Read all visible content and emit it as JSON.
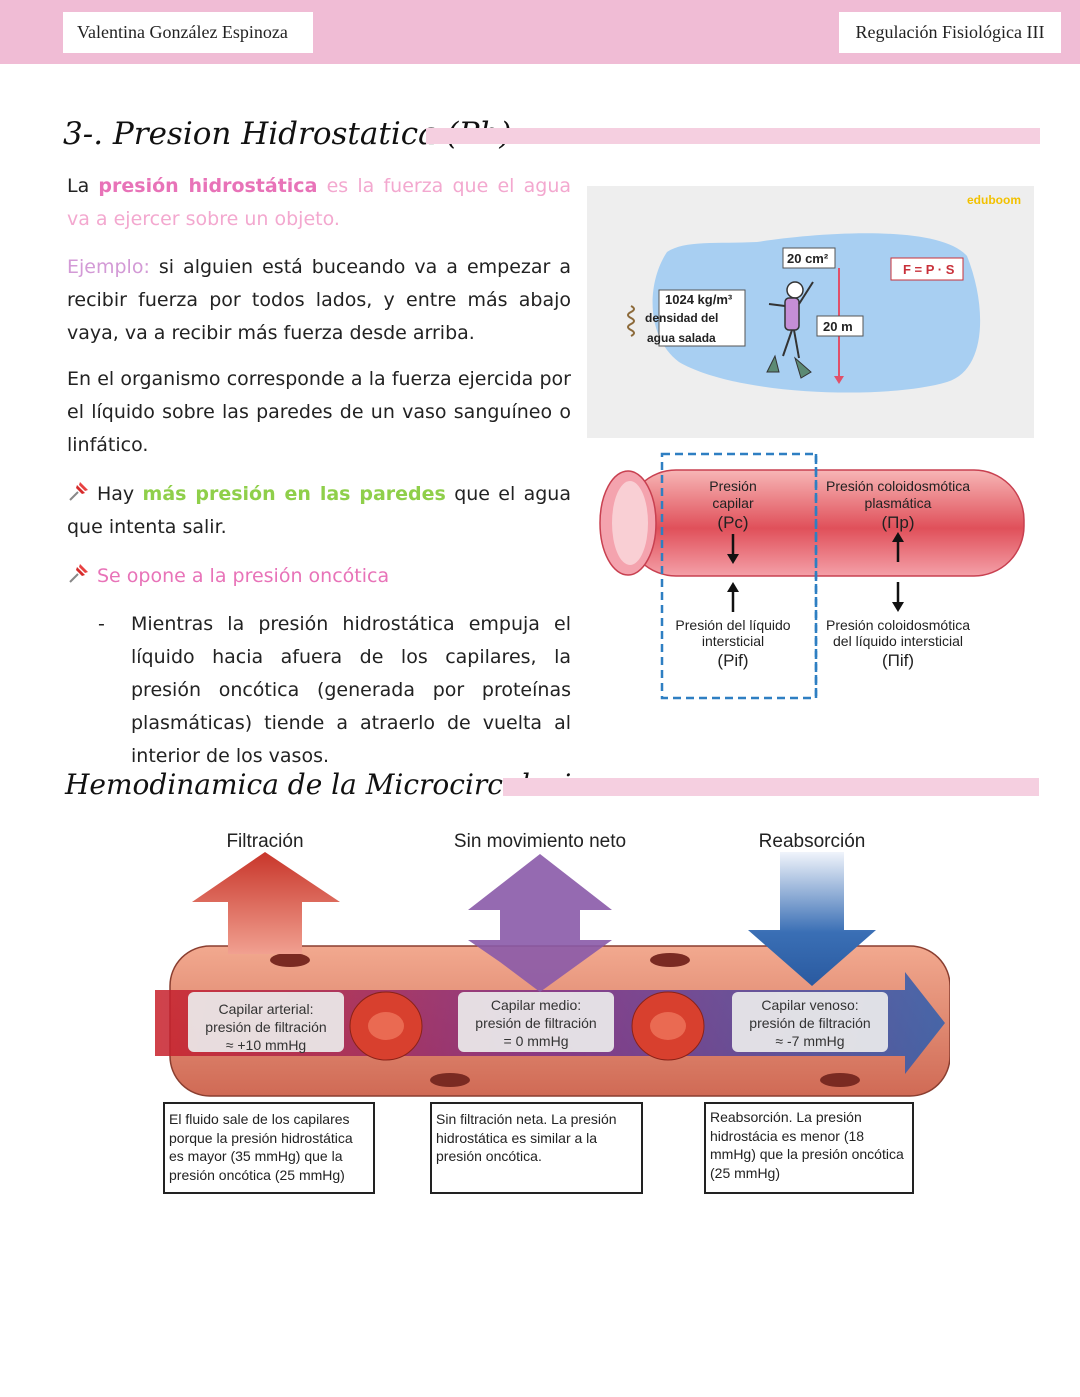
{
  "header": {
    "author": "Valentina González Espinoza",
    "course": "Regulación Fisiológica III"
  },
  "section1": {
    "title": "3-. Presion Hidrostatica (Ph)",
    "def_lead": "La ",
    "def_term": "presión hidrostática",
    "def_rest": " es la fuerza que el agua va a ejercer sobre un objeto.",
    "example_label": "Ejemplo:",
    "example_text": " si alguien está buceando va a empezar a recibir fuerza por todos lados, y entre más abajo vaya,  va a recibir más fuerza desde arriba.",
    "organism_text": "En el organismo corresponde a la fuerza ejercida por el líquido sobre las paredes de un vaso sanguíneo o linfático.",
    "note1_lead": "Hay ",
    "note1_highlight": "más presión en las paredes",
    "note1_rest": " que el agua que intenta salir.",
    "note2": "Se opone a la presión oncótica",
    "bullet_dash": "-",
    "bullet_text": "Mientras la presión hidrostática empuja el líquido hacia afuera de los capilares, la presión oncótica (generada por proteínas plasmáticas) tiende a atraerlo de vuelta al interior de los vasos."
  },
  "diver_figure": {
    "brand": "eduboom",
    "area_label": "20 cm²",
    "formula": "F = P · S",
    "density_value": "1024 kg/m³",
    "density_label_1": "densidad del",
    "density_label_2": "agua salada",
    "depth_label": "20 m"
  },
  "vessel_figure": {
    "pc_1": "Presión",
    "pc_2": "capilar",
    "pc_3": "(Pc)",
    "pip_1": "Presión coloidosmótica",
    "pip_2": "plasmática",
    "pip_3": "(Πp)",
    "pif_1": "Presión del líquido",
    "pif_2": "intersticial",
    "pif_3": "(Pif)",
    "piif_1": "Presión coloidosmótica",
    "piif_2": "del líquido intersticial",
    "piif_3": "(Πif)"
  },
  "section2": {
    "title": "Hemodinamica de la Microcirculacion"
  },
  "microcirculation_figure": {
    "headers": [
      "Filtración",
      "Sin movimiento neto",
      "Reabsorción"
    ],
    "labels": [
      {
        "l1": "Capilar arterial:",
        "l2": "presión de filtración",
        "l3": "≈ +10 mmHg"
      },
      {
        "l1": "Capilar medio:",
        "l2": "presión de filtración",
        "l3": "= 0 mmHg"
      },
      {
        "l1": "Capilar venoso:",
        "l2": "presión de filtración",
        "l3": "≈ -7 mmHg"
      }
    ],
    "captions": [
      "El fluido sale de los capilares porque la presión hidrostática es mayor (35 mmHg) que la presión oncótica (25 mmHg)",
      "Sin filtración neta. La presión hidrostática es similar a la presión oncótica.",
      "Reabsorción. La presión hidrostácia es menor (18 mmHg) que la presión oncótica (25 mmHg)"
    ],
    "colors": {
      "filtration": "#c8362a",
      "neutral": "#8a5aa8",
      "reabsorption": "#3a6fb5"
    }
  }
}
